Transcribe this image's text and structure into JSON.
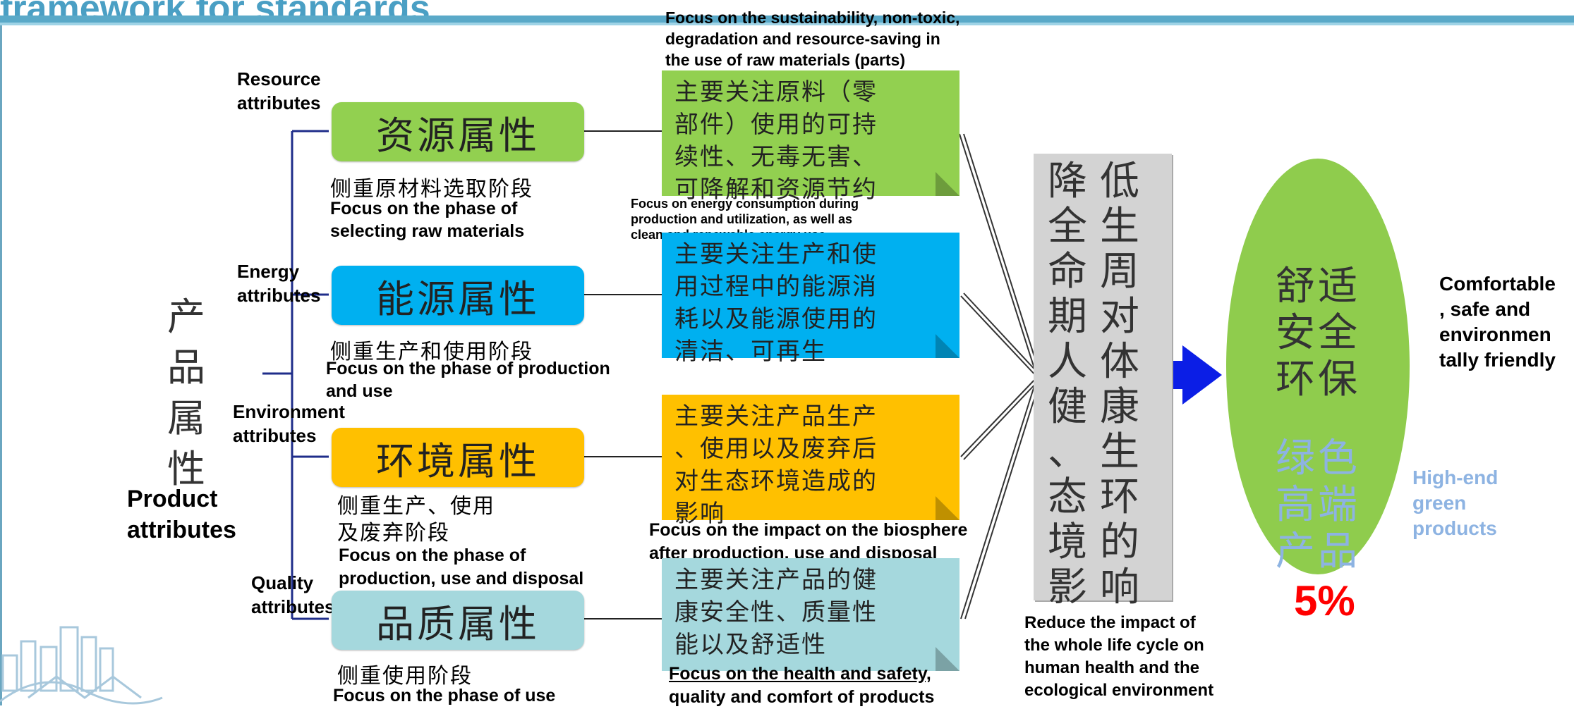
{
  "title": "framework for standards",
  "top_note": [
    "Focus on the sustainability, non-toxic,",
    "degradation and resource-saving in",
    "the use of raw materials (parts)"
  ],
  "product": {
    "zh_chars": [
      "产",
      "品",
      "属",
      "性"
    ],
    "en": [
      "Product",
      "attributes"
    ]
  },
  "attributes": [
    {
      "en_label": [
        "Resource",
        "attributes"
      ],
      "zh_label": "资源属性",
      "zh_phase": "侧重原材料选取阶段",
      "en_phase": [
        "Focus on the phase of",
        "selecting raw materials"
      ],
      "box_zh": [
        "主要关注原料（零",
        "部件）使用的可持",
        "续性、无毒无害、",
        "可降解和资源节约"
      ],
      "color": "#92d050",
      "box_color": "#92d050"
    },
    {
      "en_label": [
        "Energy",
        "attributes"
      ],
      "zh_label": "能源属性",
      "zh_phase": "侧重生产和使用阶段",
      "en_phase": [
        "Focus on the phase of production",
        "and use"
      ],
      "box_note": [
        "Focus on energy consumption during",
        "production and utilization, as well as",
        "clean and renewable energy use"
      ],
      "box_zh": [
        "主要关注生产和使",
        "用过程中的能源消",
        "耗以及能源使用的",
        "清洁、可再生"
      ],
      "color": "#00b0f0",
      "box_color": "#00b0f0"
    },
    {
      "en_label": [
        "Environment",
        "attributes"
      ],
      "zh_label": "环境属性",
      "zh_phase": [
        "侧重生产、使用",
        "及废弃阶段"
      ],
      "en_phase": [
        "Focus on the phase of",
        "production, use and disposal"
      ],
      "box_zh": [
        "主要关注产品生产",
        "、使用以及废弃后",
        "对生态环境造成的",
        "影响"
      ],
      "box_note": [
        "Focus on the impact on the biosphere",
        "after production, use and disposal"
      ],
      "color": "#ffc000",
      "box_color": "#ffc000"
    },
    {
      "en_label": [
        "Quality",
        "attributes"
      ],
      "zh_label": "品质属性",
      "zh_phase": "侧重使用阶段",
      "en_phase": [
        "Focus on the phase of use"
      ],
      "box_zh": [
        "主要关注产品的健",
        "康安全性、质量性",
        "能以及舒适性"
      ],
      "box_note": [
        "Focus on the health and safety,",
        "quality and comfort of products"
      ],
      "color": "#a5d8dd",
      "box_color": "#a5d8dd"
    }
  ],
  "impact": {
    "zh_left": [
      "降",
      "全",
      "命",
      "期",
      "人",
      "健",
      "、",
      "态",
      "境",
      "影"
    ],
    "zh_right": [
      "低",
      "生",
      "周",
      "对",
      "体",
      "康",
      "生",
      "环",
      "的",
      "响"
    ],
    "en": [
      "Reduce the impact of",
      "the whole life cycle on",
      "human health and the",
      "ecological environment"
    ]
  },
  "goal": {
    "zh_top": [
      "舒适",
      "安全",
      "环保"
    ],
    "zh_bottom": [
      "绿色",
      "高端",
      "产品"
    ],
    "en_top": [
      "Comfortable",
      ", safe and",
      "environmen",
      "tally friendly"
    ],
    "en_bottom": [
      "High-end",
      "green",
      "products"
    ],
    "percent": "5%",
    "percent_color": "#ff0000",
    "green_text_color": "#8db3e2"
  }
}
